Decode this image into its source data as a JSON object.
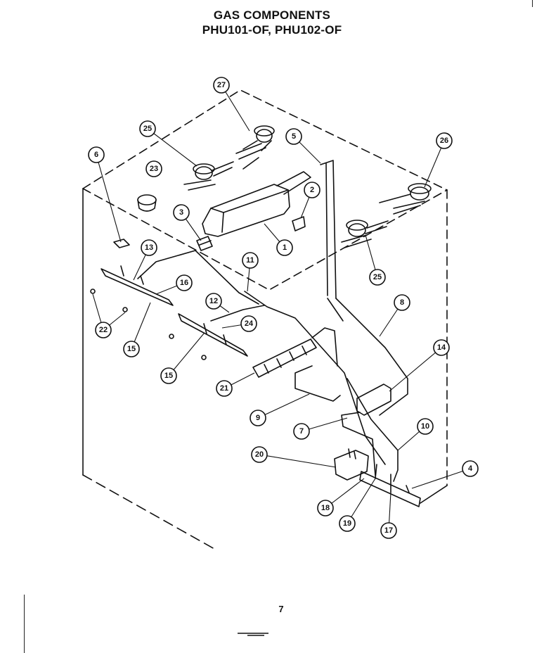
{
  "header": {
    "title": "GAS COMPONENTS",
    "models": "PHU101-OF, PHU102-OF"
  },
  "callouts": [
    "27",
    "25",
    "5",
    "26",
    "6",
    "23",
    "2",
    "3",
    "1",
    "25",
    "13",
    "11",
    "16",
    "8",
    "12",
    "24",
    "14",
    "22",
    "15",
    "15",
    "21",
    "9",
    "7",
    "10",
    "20",
    "4",
    "18",
    "19",
    "17"
  ],
  "footer": {
    "page_number": "7"
  }
}
